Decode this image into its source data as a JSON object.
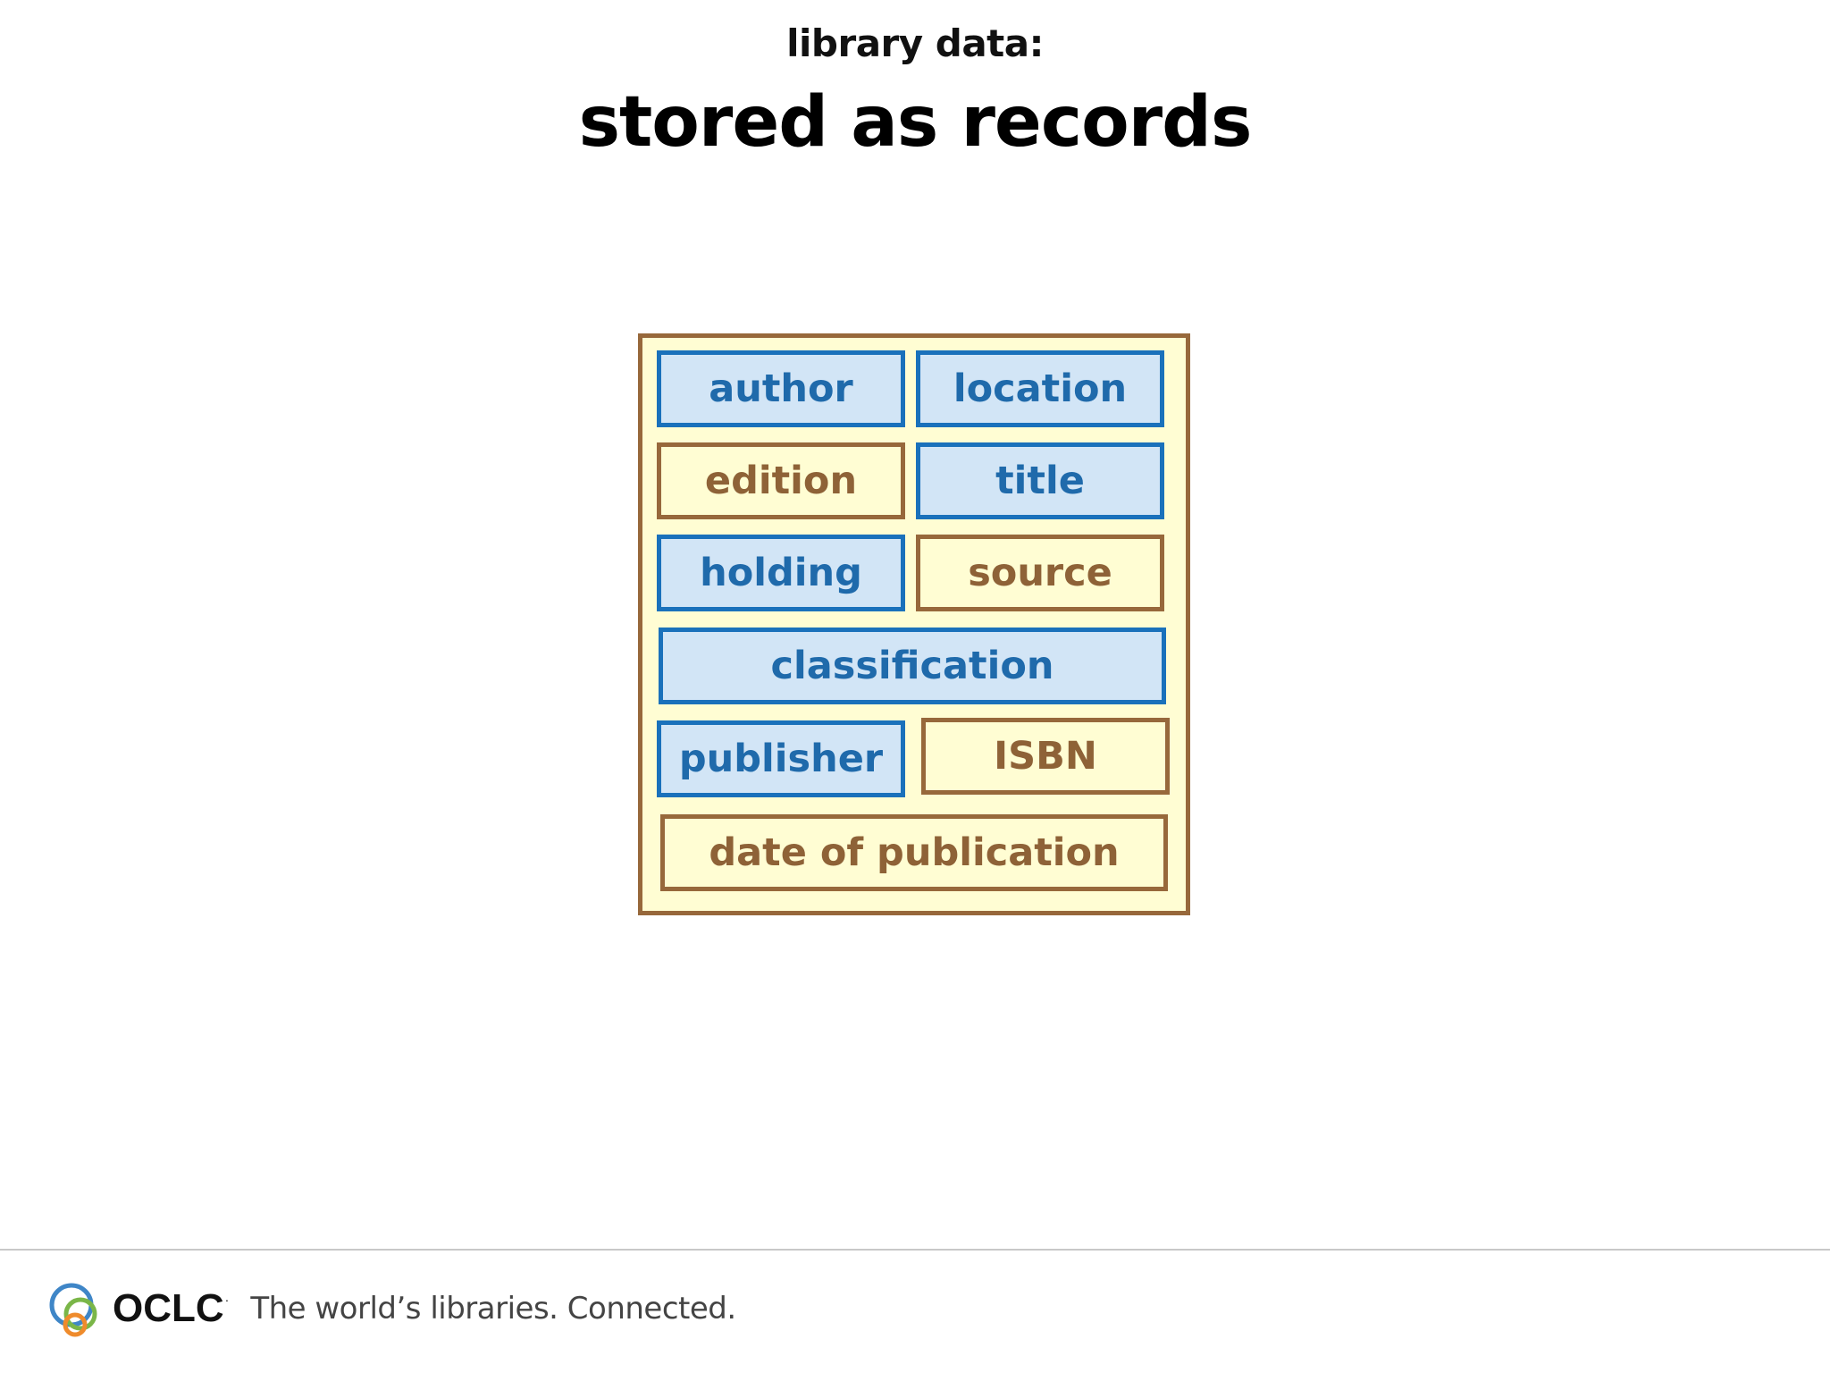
{
  "header": {
    "subtitle": "library data:",
    "title": "stored as records"
  },
  "record": {
    "fields": {
      "author": "author",
      "location": "location",
      "edition": "edition",
      "title": "title",
      "holding": "holding",
      "source": "source",
      "classification": "classification",
      "publisher": "publisher",
      "isbn": "ISBN",
      "date": "date of publication"
    }
  },
  "colors": {
    "blue_border": "#1a71bb",
    "blue_fill": "#d2e5f6",
    "blue_text": "#1f6aab",
    "tan_border": "#97683b",
    "tan_fill": "#fffdd3",
    "tan_text": "#8e6237"
  },
  "footer": {
    "logo_icon": "oclc-circles-icon",
    "brand": "OCLC",
    "tagline": "The world’s libraries. Connected."
  }
}
